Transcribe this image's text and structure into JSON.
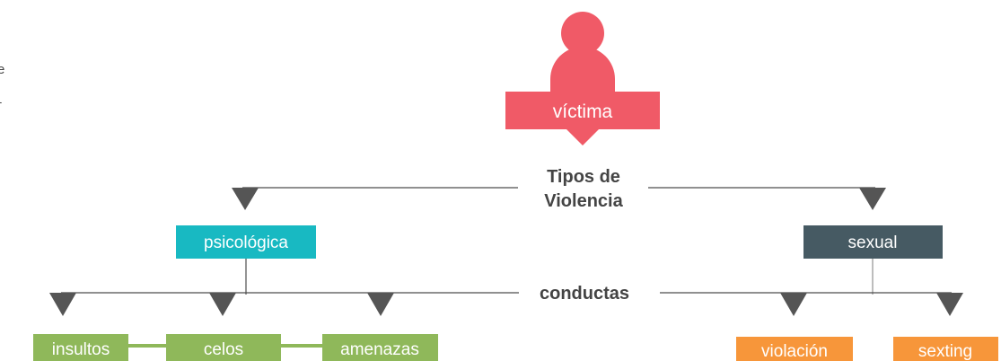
{
  "colors": {
    "victim": "#f05a67",
    "psicologica": "#18b9c2",
    "sexual": "#465a63",
    "green": "#8fb85a",
    "orange": "#f7963a",
    "line": "#4d4d4d",
    "arrow": "#555555",
    "light_line": "#bdbdbd",
    "text_dark": "#444444"
  },
  "icons": {
    "person": "person-icon"
  },
  "victim": {
    "label": "víctima"
  },
  "types": {
    "heading_line1": "Tipos de",
    "heading_line2": "Violencia"
  },
  "categories": {
    "psicologica": "psicológica",
    "sexual": "sexual"
  },
  "conducts": {
    "heading": "conductas"
  },
  "psicologica_items": [
    "insultos",
    "celos",
    "amenazas"
  ],
  "sexual_items": [
    "violación",
    "sexting"
  ],
  "left_edge_text": [
    "e",
    "-"
  ]
}
